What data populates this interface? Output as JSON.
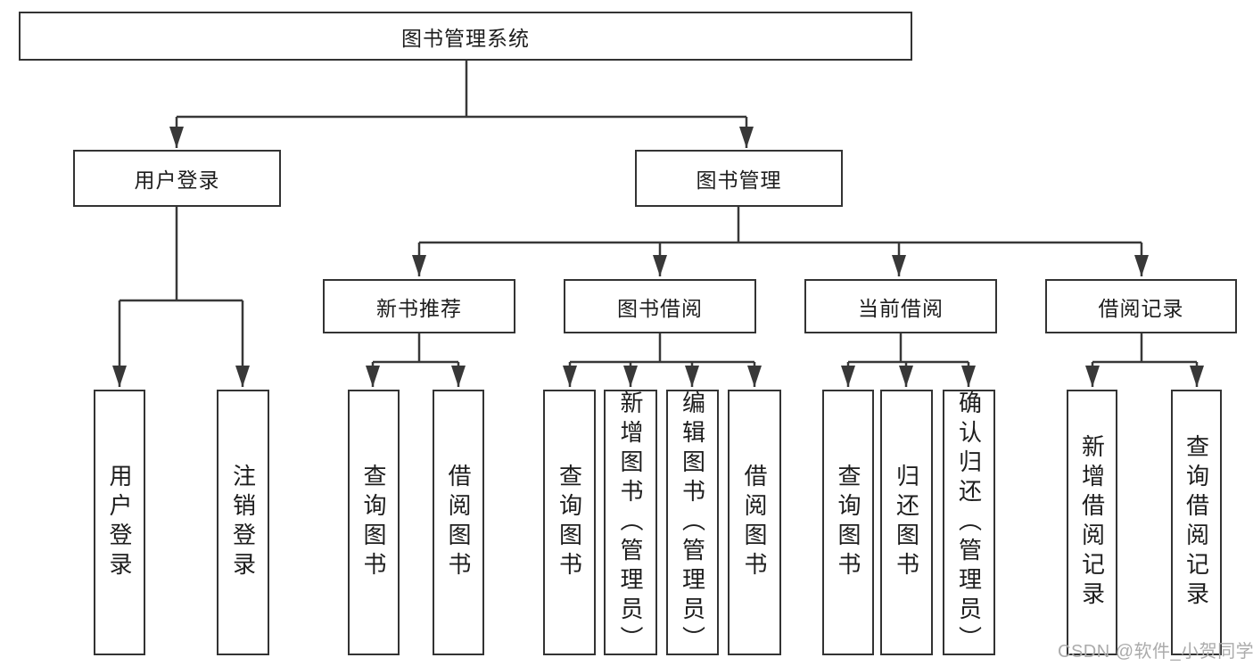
{
  "diagram": {
    "title_node": {
      "label": "图书管理系统"
    },
    "level2": {
      "user_login": {
        "label": "用户登录"
      },
      "book_management": {
        "label": "图书管理"
      }
    },
    "level3": {
      "new_books": {
        "label": "新书推荐"
      },
      "book_borrow": {
        "label": "图书借阅"
      },
      "current_borrow": {
        "label": "当前借阅"
      },
      "borrow_records": {
        "label": "借阅记录"
      }
    },
    "leaves": {
      "user_login": [
        "用户登录",
        "注销登录"
      ],
      "new_books": [
        "查询图书",
        "借阅图书"
      ],
      "book_borrow": [
        "查询图书",
        "新增图书（管理员）",
        "编辑图书（管理员）",
        "借阅图书"
      ],
      "current_borrow": [
        "查询图书",
        "归还图书",
        "确认归还（管理员）"
      ],
      "borrow_records": [
        "新增借阅记录",
        "查询借阅记录"
      ]
    },
    "watermark": "CSDN @软件_小贺同学",
    "colors": {
      "line": "#383838",
      "box_border": "#333333",
      "text": "#1d1d1d",
      "watermark": "#ababab"
    }
  }
}
